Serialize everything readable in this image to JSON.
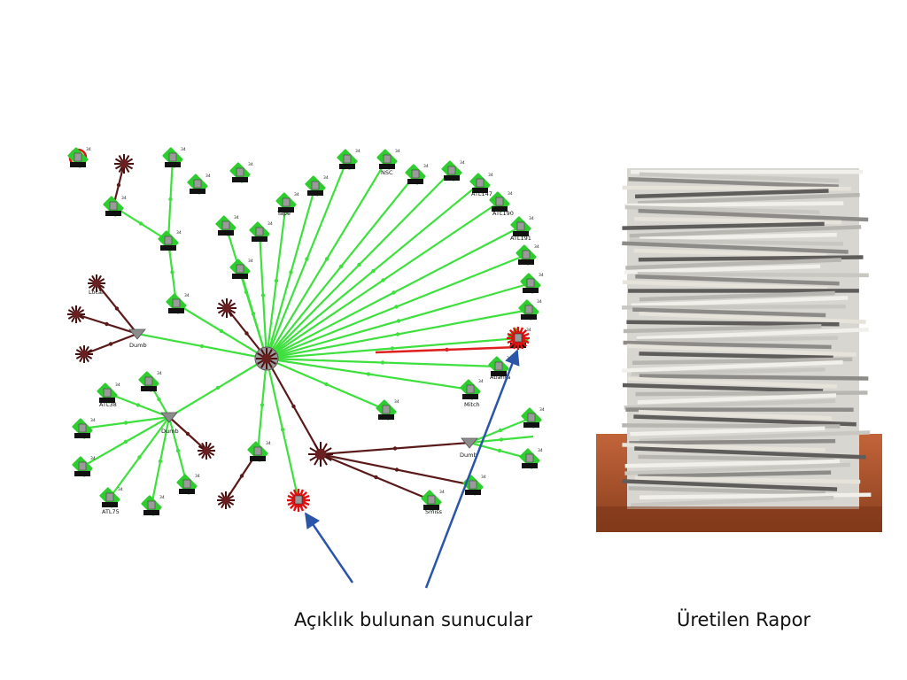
{
  "slide": {
    "caption_left": "Açıklık bulunan sunucular",
    "caption_right": "Üretilen Rapor"
  },
  "network_map": {
    "hub_labels": {
      "center_left": "Dumb",
      "lower_left": "Dumb",
      "right": "Dumb"
    },
    "node_labels": {
      "tape": "Tape",
      "nsc": "NSC",
      "atl147": "ATL147",
      "atl190": "ATL190",
      "atl191": "ATL191",
      "atl38": "ATL38",
      "atl75": "ATL75",
      "atlanta": "Atlanta",
      "smiss": "Smiss",
      "mitch": "Mitch",
      "local": "Local"
    },
    "colors": {
      "edge_ok": "#3ee03e",
      "edge_dark": "#5a1a1a",
      "edge_alert": "#e02020",
      "node_ok": "#2ecc2e",
      "node_alert": "#e01010",
      "arrow": "#2a55a8"
    },
    "icons": [
      "server-icon",
      "vulnerable-server-icon",
      "router-hub-icon",
      "starburst-node-icon"
    ]
  },
  "photo": {
    "subject": "stack-of-paper-report"
  }
}
